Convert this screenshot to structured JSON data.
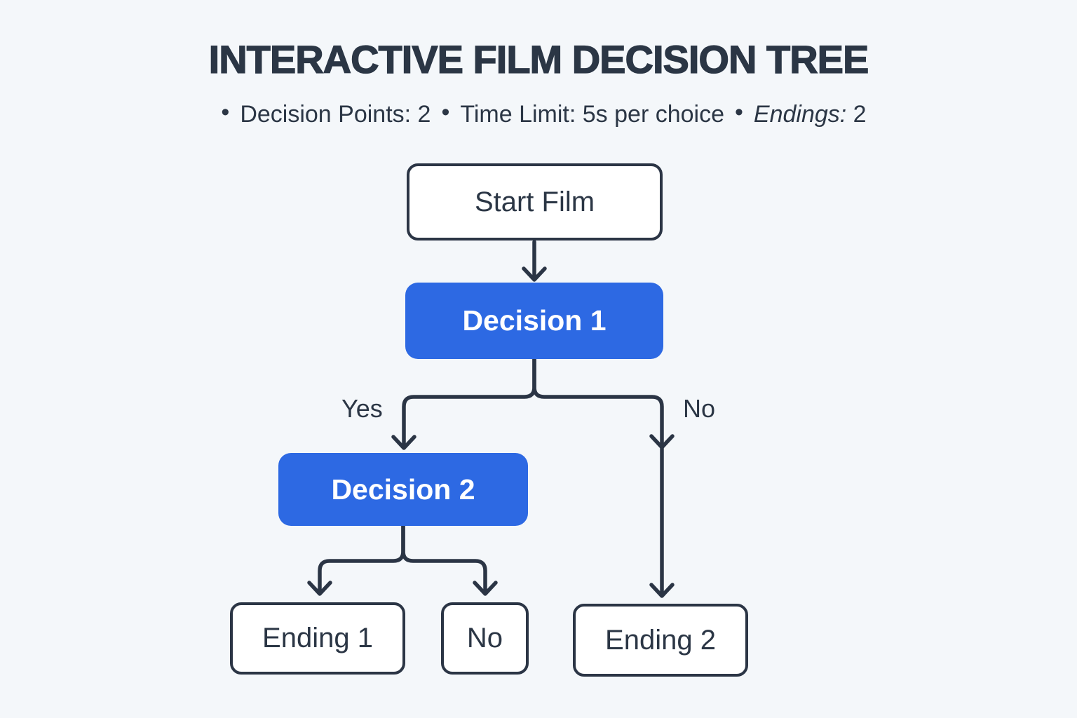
{
  "title": "INTERACTIVE FILM DECISION TREE",
  "meta": {
    "bullet": "•",
    "items": [
      {
        "text": "Decision Points: 2"
      },
      {
        "text": "Time Limit: 5s per choice"
      },
      {
        "label_italic": "Endings:",
        "suffix": " 2"
      }
    ]
  },
  "flowchart": {
    "nodes": [
      {
        "id": "start",
        "type": "terminal",
        "label": "Start Film"
      },
      {
        "id": "decision-1",
        "type": "decision",
        "label": "Decision 1"
      },
      {
        "id": "decision-2",
        "type": "decision",
        "label": "Decision 2"
      },
      {
        "id": "ending-1",
        "type": "terminal",
        "label": "Ending 1"
      },
      {
        "id": "no-terminal",
        "type": "terminal",
        "label": "No"
      },
      {
        "id": "ending-2",
        "type": "terminal",
        "label": "Ending 2"
      }
    ],
    "edges": [
      {
        "from": "start",
        "to": "decision-1",
        "label": ""
      },
      {
        "from": "decision-1",
        "to": "decision-2",
        "label": "Yes"
      },
      {
        "from": "decision-1",
        "to": "ending-2",
        "label": "No"
      },
      {
        "from": "decision-2",
        "to": "ending-1",
        "label": ""
      },
      {
        "from": "decision-2",
        "to": "no-terminal",
        "label": ""
      }
    ]
  },
  "colors": {
    "background": "#f4f7fa",
    "line": "#2b3545",
    "text": "#2b3645",
    "node_fill": "#ffffff",
    "node_border": "#2b3545",
    "decision_fill": "#2d69e3",
    "decision_text": "#ffffff"
  }
}
